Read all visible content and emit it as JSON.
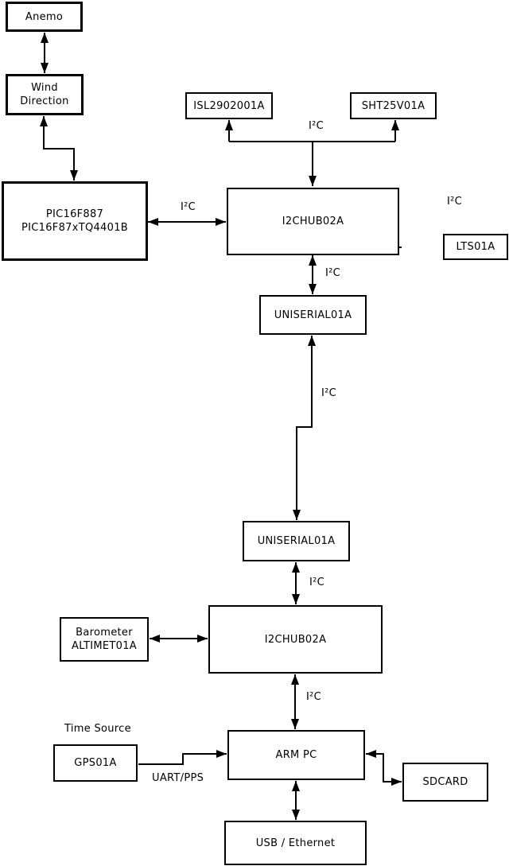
{
  "boxes": [
    {
      "id": "anemo",
      "lines": [
        "Anemo"
      ]
    },
    {
      "id": "wind-direction",
      "lines": [
        "Wind",
        "Direction"
      ]
    },
    {
      "id": "pic-mcu",
      "lines": [
        "PIC16F887",
        "PIC16F87xTQ4401B"
      ]
    },
    {
      "id": "isl-sensor",
      "lines": [
        "ISL2902001A"
      ]
    },
    {
      "id": "sht-sensor",
      "lines": [
        "SHT25V01A"
      ]
    },
    {
      "id": "i2c-hub-1",
      "lines": [
        "I2CHUB02A"
      ]
    },
    {
      "id": "lts-sensor",
      "lines": [
        "LTS01A"
      ]
    },
    {
      "id": "uniserial-1",
      "lines": [
        "UNISERIAL01A"
      ]
    },
    {
      "id": "uniserial-2",
      "lines": [
        "UNISERIAL01A"
      ]
    },
    {
      "id": "i2c-hub-2",
      "lines": [
        "I2CHUB02A"
      ]
    },
    {
      "id": "barometer",
      "lines": [
        "Barometer",
        "ALTIMET01A"
      ]
    },
    {
      "id": "gps",
      "lines": [
        "GPS01A"
      ]
    },
    {
      "id": "arm-pc",
      "lines": [
        "ARM PC"
      ]
    },
    {
      "id": "sdcard",
      "lines": [
        "SDCARD"
      ]
    },
    {
      "id": "usb-ethernet",
      "lines": [
        "USB / Ethernet"
      ]
    }
  ],
  "labels": {
    "i2c_sensors_top": "I²C",
    "i2c_pic_hub": "I²C",
    "i2c_hub_lts": "I²C",
    "i2c_hub1_uniserial1": "I²C",
    "i2c_uniserial_link": "I²C",
    "i2c_uniserial2_hub2": "I²C",
    "i2c_hub2_armpc": "I²C",
    "uart_pps": "UART/PPS",
    "time_source": "Time Source"
  },
  "colors": {
    "line": "#000000",
    "box_fill": "#ffffff",
    "background": "#ffffff",
    "text": "#000000"
  }
}
